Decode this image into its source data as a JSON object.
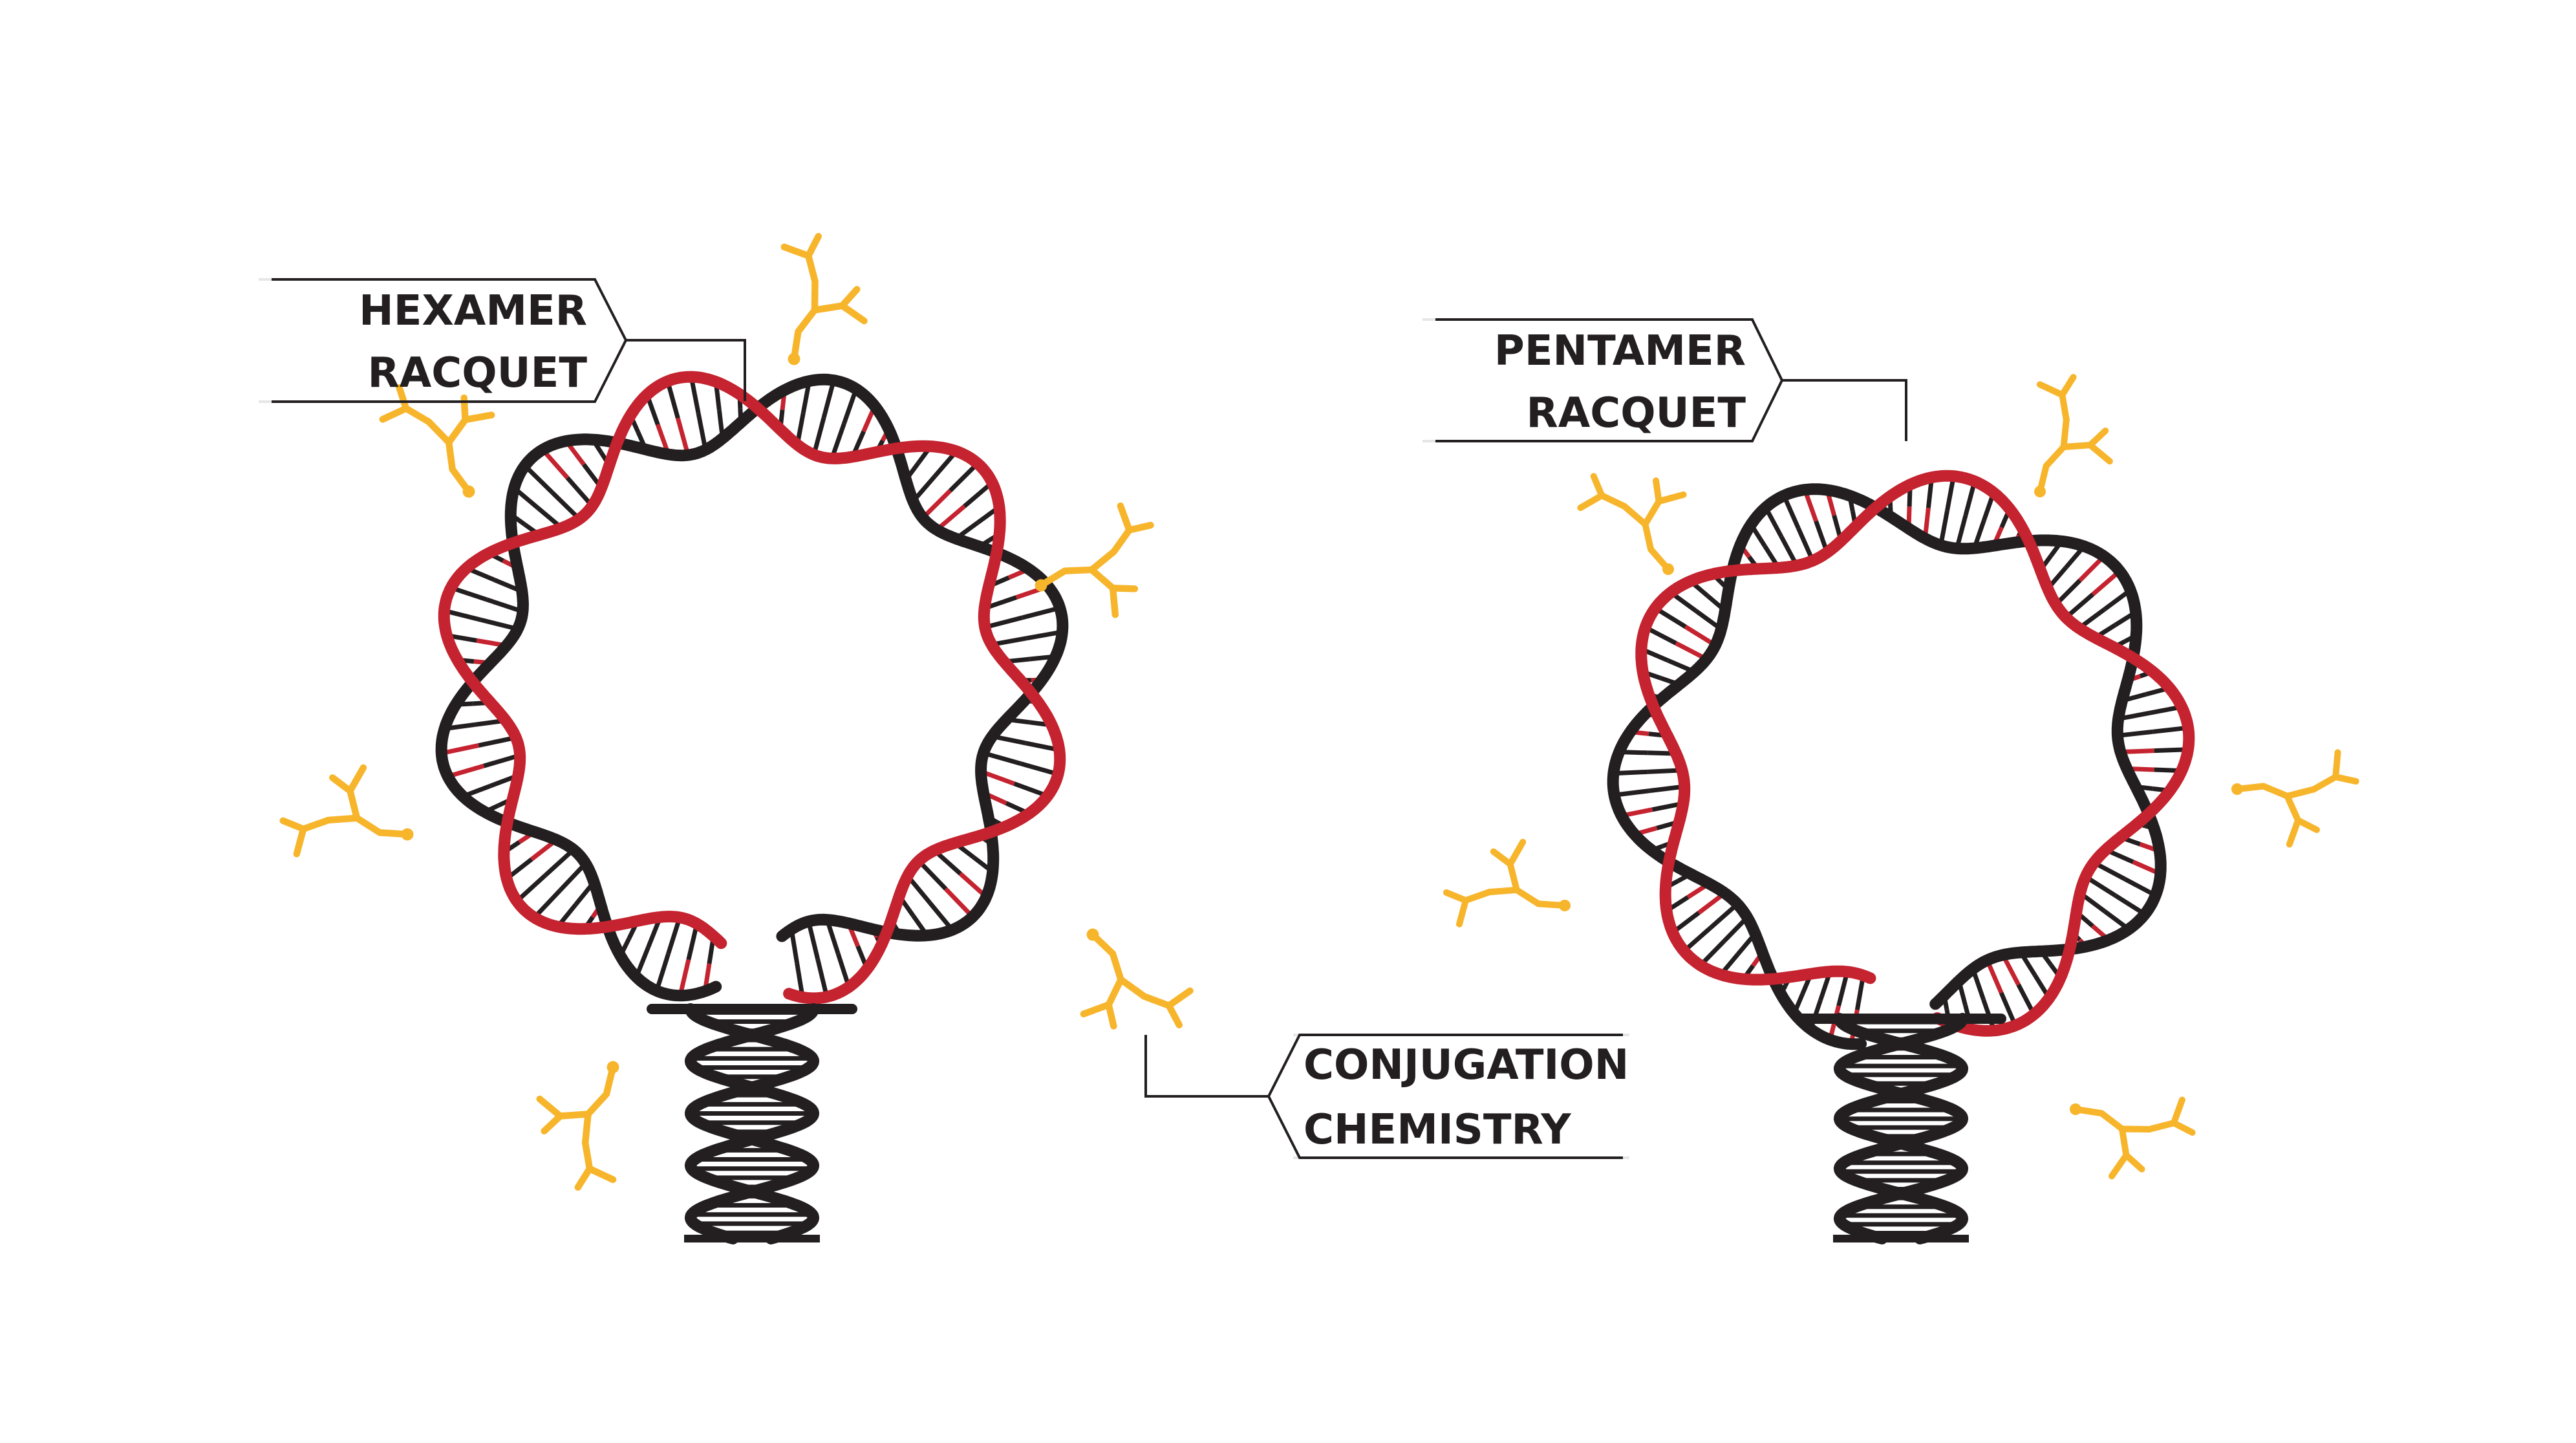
{
  "callouts": {
    "hexamer": {
      "line1": "HEXAMER",
      "line2": "RACQUET"
    },
    "pentamer": {
      "line1": "PENTAMER",
      "line2": "RACQUET"
    },
    "conjugation": {
      "line1": "CONJUGATION",
      "line2": "CHEMISTRY"
    }
  },
  "colors": {
    "strand_black": "#231f20",
    "strand_red": "#c4232f",
    "ligand_yellow": "#f7b52c",
    "callout_line": "#231f20"
  },
  "structures": [
    {
      "name": "hexamer-racquet",
      "segments": 6,
      "ligands": 6
    },
    {
      "name": "pentamer-racquet",
      "segments": 5,
      "ligands": 5
    }
  ],
  "icons": {
    "ligand": "branched-ligand-icon"
  }
}
